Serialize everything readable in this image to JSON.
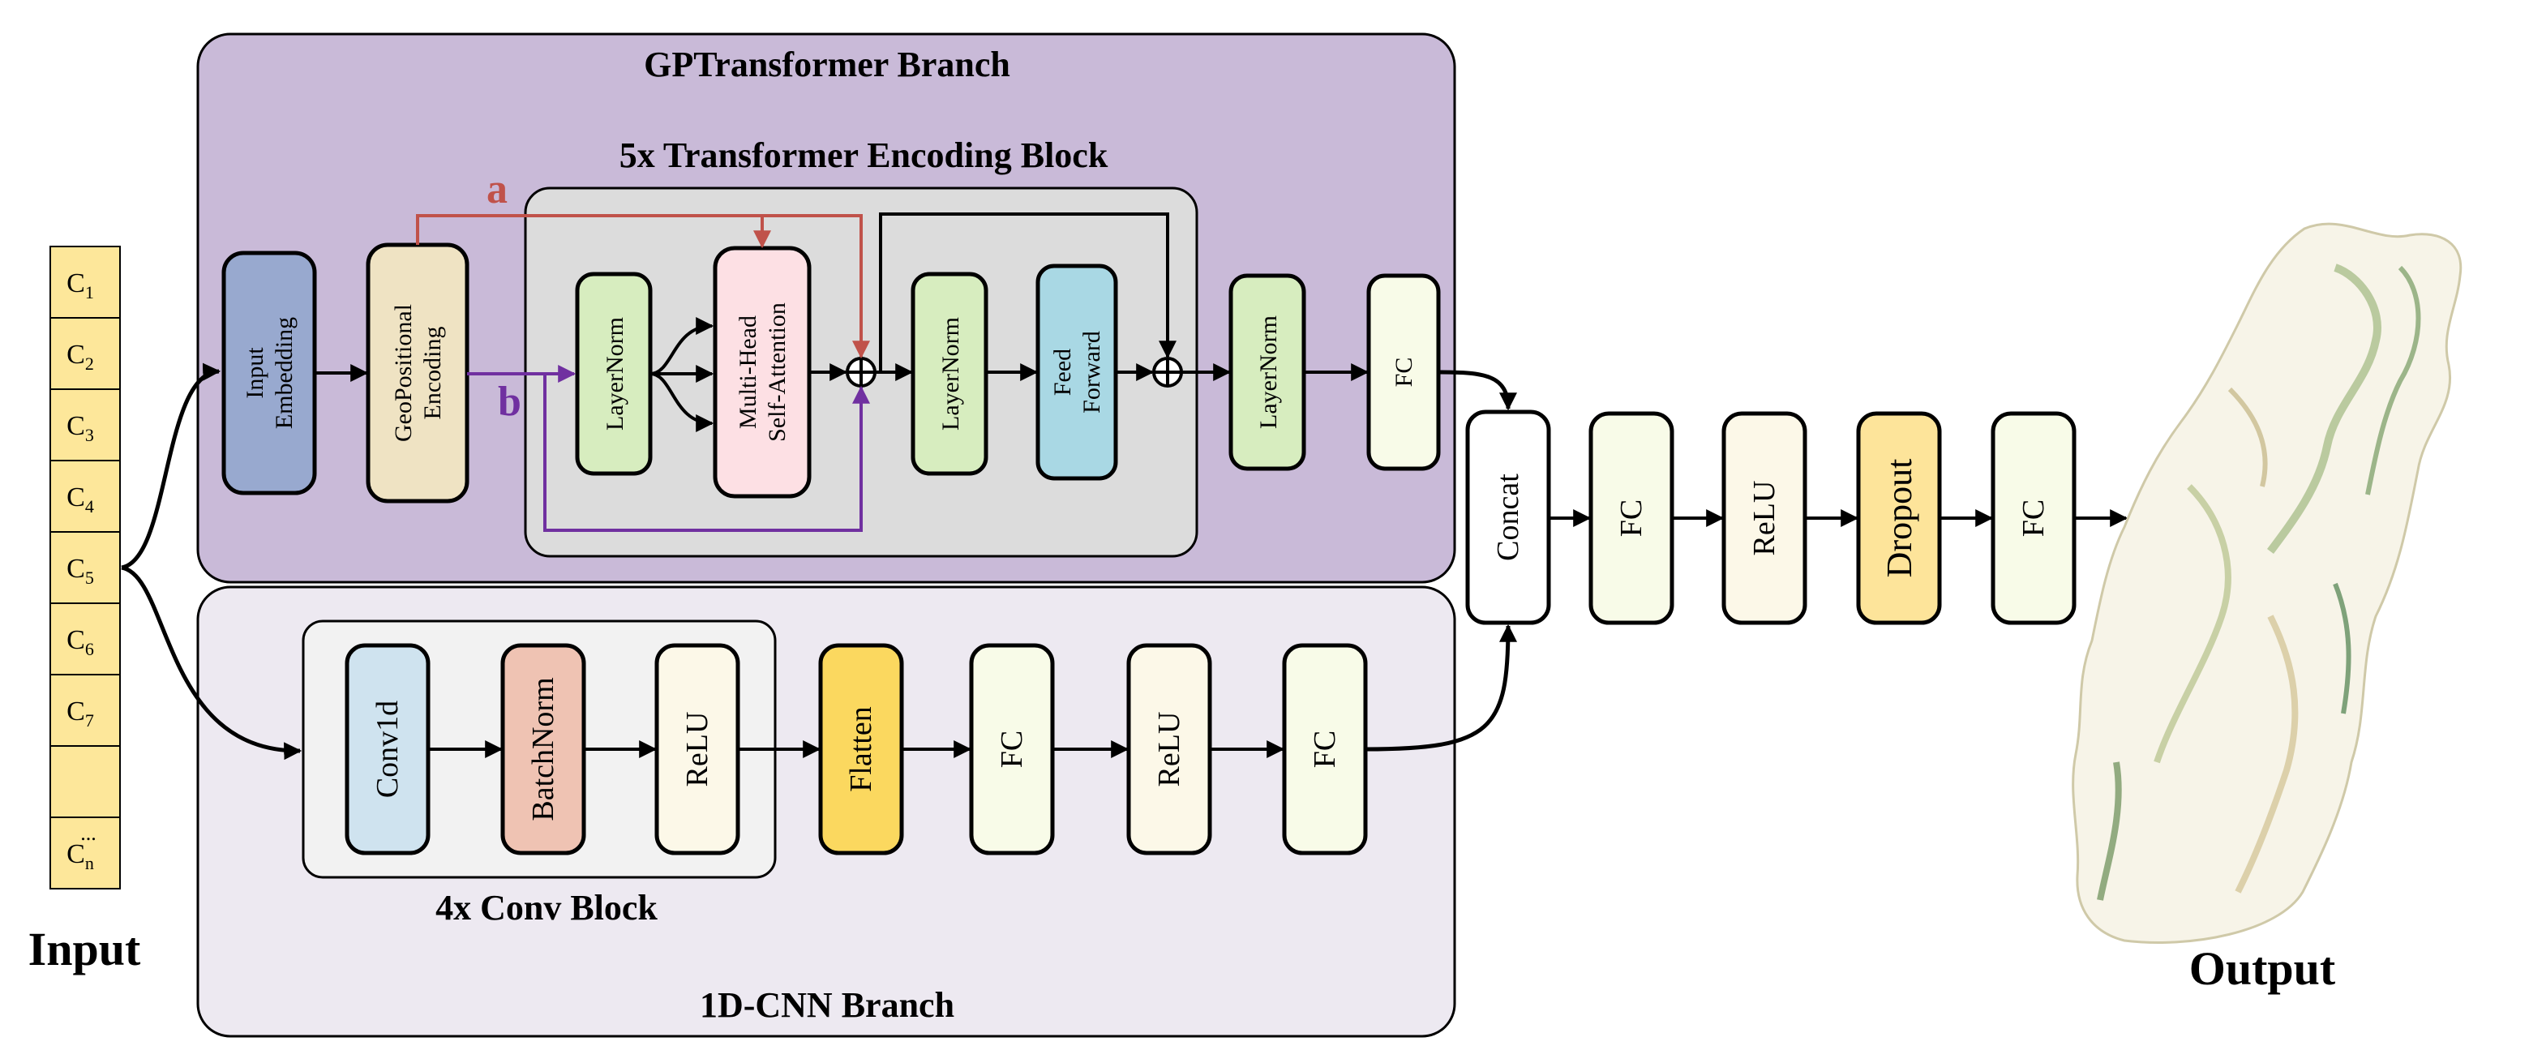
{
  "diagram": {
    "input_label": "Input",
    "output_label": "Output",
    "inputs": [
      {
        "base": "C",
        "sub": "1"
      },
      {
        "base": "C",
        "sub": "2"
      },
      {
        "base": "C",
        "sub": "3"
      },
      {
        "base": "C",
        "sub": "4"
      },
      {
        "base": "C",
        "sub": "5"
      },
      {
        "base": "C",
        "sub": "6"
      },
      {
        "base": "C",
        "sub": "7"
      },
      {
        "base": "",
        "sub": ""
      },
      {
        "base": "C",
        "sub": "n",
        "dots": "..."
      }
    ],
    "gpt_branch": {
      "title": "GPTransformer Branch",
      "encoder_block_title": "5x Transformer Encoding Block",
      "input_embedding": [
        "Input",
        "Embedding"
      ],
      "geo_encoding": [
        "GeoPositional",
        "Encoding"
      ],
      "layernorm": "LayerNorm",
      "mhsa": [
        "Multi-Head",
        "Self-Attention"
      ],
      "feed_forward": [
        "Feed",
        "Forward"
      ],
      "fc": "FC",
      "label_a": "a",
      "label_b": "b"
    },
    "cnn_branch": {
      "title": "1D-CNN Branch",
      "conv_block_title": "4x Conv Block",
      "conv1d": "Conv1d",
      "batchnorm": "BatchNorm",
      "relu": "ReLU",
      "flatten": "Flatten",
      "fc": "FC"
    },
    "head": {
      "concat": "Concat",
      "fc": "FC",
      "relu": "ReLU",
      "dropout": "Dropout"
    },
    "colors": {
      "gpt_bg": "#c9bad8",
      "cnn_bg": "#ede9f1",
      "encoder_bg": "#dcdcdc",
      "input_embedding": "#98a9cf",
      "geo_encoding": "#efe3c3",
      "layernorm": "#d7edbf",
      "mhsa": "#fde0e4",
      "feed_forward": "#a9d8e4",
      "fc": "#f8fbe8",
      "conv1d": "#cfe3ef",
      "batchnorm": "#efc3b3",
      "relu": "#fcf8e8",
      "flatten": "#fbd85f",
      "dropout": "#fde49a",
      "input_cell": "#fde79a",
      "arrow_a": "#c0524a",
      "arrow_b": "#7030a0"
    }
  }
}
